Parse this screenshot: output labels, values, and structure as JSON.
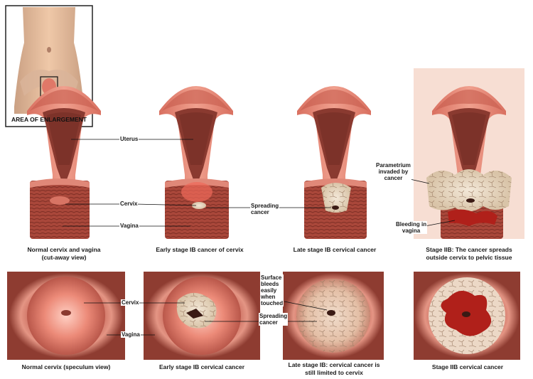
{
  "inset": {
    "label": "AREA OF ENLARGEMENT"
  },
  "top_row": {
    "captions": [
      "Normal cervix and vagina\n(cut-away view)",
      "Early stage IB cancer of cervix",
      "Late stage IB cervical cancer",
      "Stage IIB: The cancer spreads\noutside cervix to pelvic tissue"
    ],
    "callouts": {
      "uterus": "Uterus",
      "cervix": "Cervix",
      "vagina": "Vagina",
      "spreading_cancer": "Spreading\ncancer",
      "parametrium": "Parametrium\ninvaded by\ncancer",
      "bleeding": "Bleeding in\nvagina"
    }
  },
  "bottom_row": {
    "captions": [
      "Normal cervix (speculum view)",
      "Early stage IB cervical cancer",
      "Late stage IB: cervical cancer is\nstill limited to cervix",
      "Stage IIB cervical cancer"
    ],
    "callouts": {
      "cervix": "Cervix",
      "vagina": "Vagina",
      "surface_bleeds": "Surface\nbleeds\neasily\nwhen\ntouched",
      "spreading_cancer": "Spreading\ncancer"
    }
  },
  "colors": {
    "tissue": "#e9897a",
    "tissue_dark": "#c85a4c",
    "cavity": "#8a3a30",
    "vagina": "#a9473a",
    "cancer": "#e6d7c3",
    "blood": "#b0201a",
    "skin": "#e2b08e"
  }
}
